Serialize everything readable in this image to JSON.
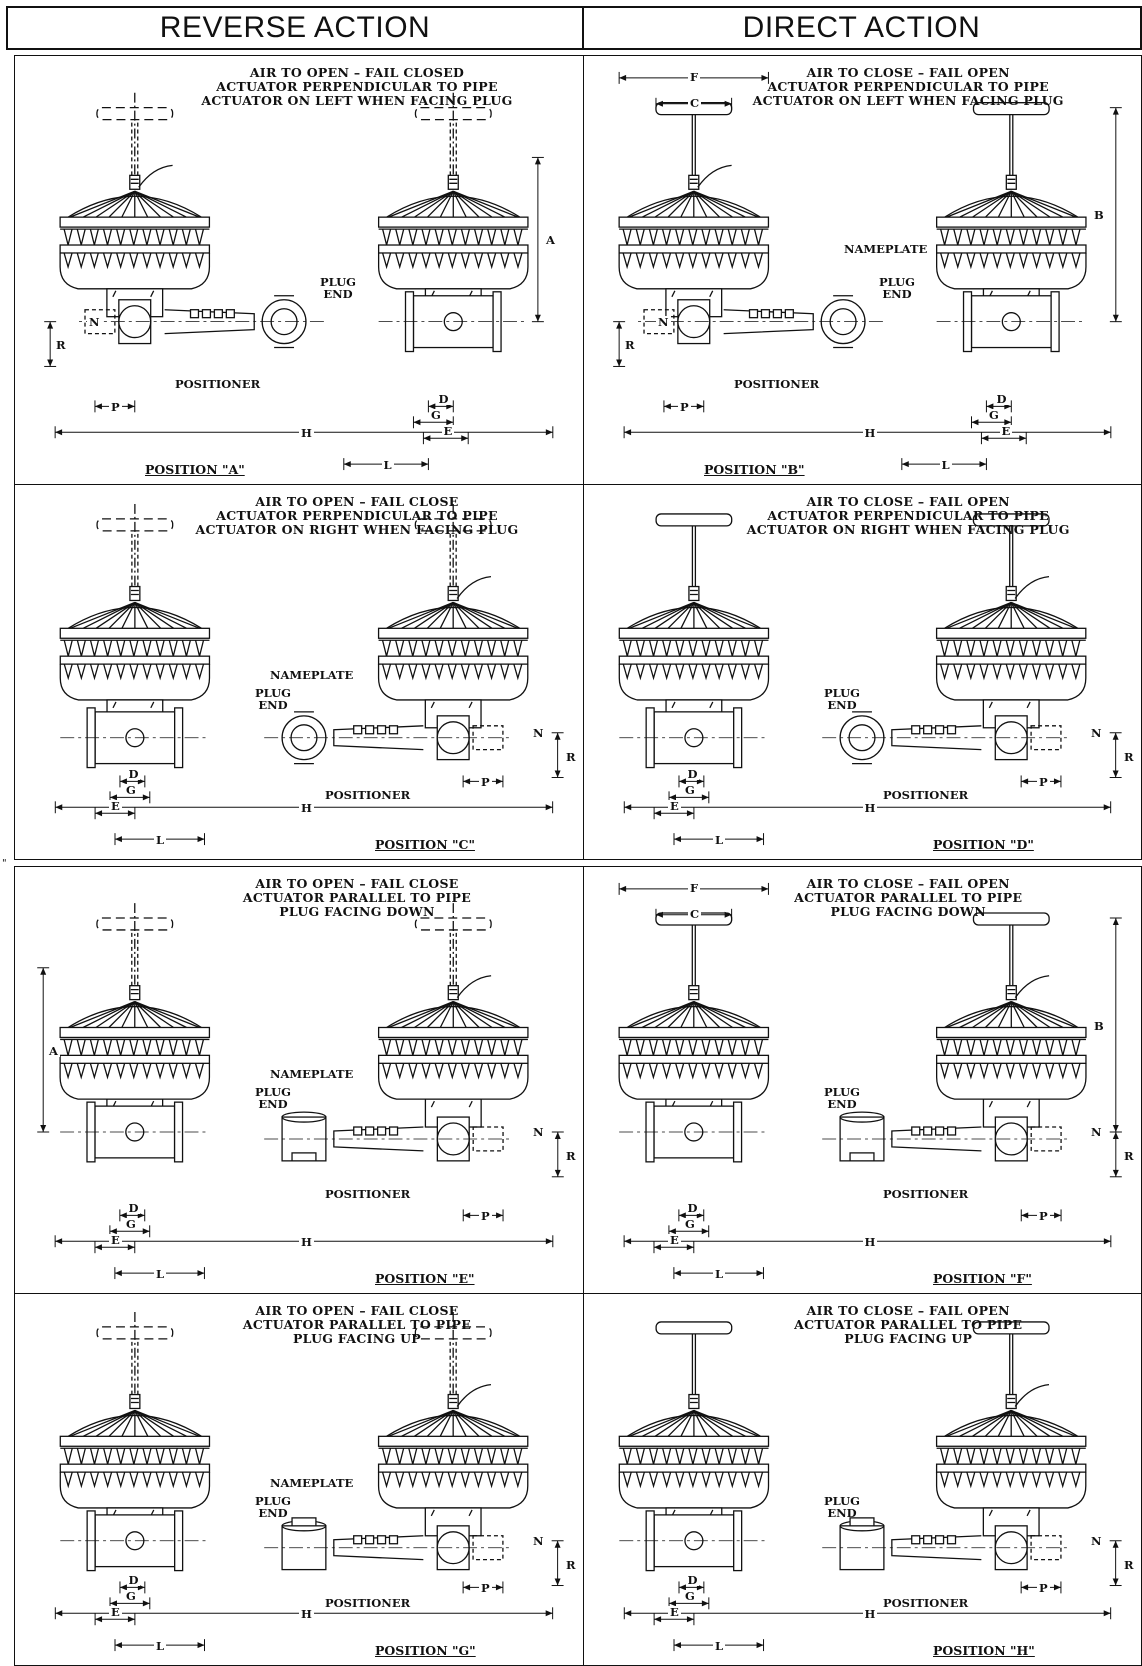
{
  "headers": {
    "reverse_action": "REVERSE ACTION",
    "direct_action": "DIRECT ACTION"
  },
  "colors": {
    "ink": "#111111",
    "background": "#ffffff"
  },
  "panels": [
    {
      "id": "A",
      "title": [
        "AIR TO OPEN – FAIL CLOSED",
        "ACTUATOR PERPENDICULAR TO PIPE",
        "ACTUATOR ON LEFT WHEN FACING PLUG"
      ],
      "position_label": "POSITION \"A\"",
      "notes": {
        "plug": "PLUG\nEND",
        "positioner": "POSITIONER"
      },
      "dims": [
        "A",
        "D",
        "G",
        "E",
        "H",
        "L",
        "N",
        "P",
        "R"
      ]
    },
    {
      "id": "B",
      "title": [
        "AIR TO CLOSE – FAIL OPEN",
        "ACTUATOR PERPENDICULAR TO PIPE",
        "ACTUATOR ON LEFT WHEN FACING PLUG"
      ],
      "position_label": "POSITION \"B\"",
      "notes": {
        "nameplate": "NAMEPLATE",
        "plug": "PLUG\nEND",
        "positioner": "POSITIONER"
      },
      "dims": [
        "F",
        "C",
        "B",
        "D",
        "G",
        "E",
        "H",
        "L",
        "N",
        "P",
        "R"
      ]
    },
    {
      "id": "C",
      "title": [
        "AIR TO OPEN – FAIL CLOSE",
        "ACTUATOR PERPENDICULAR TO PIPE",
        "ACTUATOR ON RIGHT WHEN FACING PLUG"
      ],
      "position_label": "POSITION \"C\"",
      "notes": {
        "nameplate": "NAMEPLATE",
        "plug": "PLUG\nEND",
        "positioner": "POSITIONER"
      },
      "dims": [
        "D",
        "G",
        "E",
        "L",
        "H",
        "N",
        "P",
        "R"
      ]
    },
    {
      "id": "D",
      "title": [
        "AIR TO CLOSE – FAIL OPEN",
        "ACTUATOR PERPENDICULAR TO PIPE",
        "ACTUATOR ON RIGHT WHEN FACING PLUG"
      ],
      "position_label": "POSITION \"D\"",
      "notes": {
        "plug": "PLUG\nEND",
        "positioner": "POSITIONER"
      },
      "dims": [
        "D",
        "G",
        "E",
        "L",
        "H",
        "N",
        "P",
        "R"
      ]
    },
    {
      "id": "E",
      "title": [
        "AIR TO OPEN – FAIL CLOSE",
        "ACTUATOR PARALLEL TO PIPE",
        "PLUG FACING DOWN"
      ],
      "position_label": "POSITION \"E\"",
      "notes": {
        "nameplate": "NAMEPLATE",
        "plug": "PLUG\nEND",
        "positioner": "POSITIONER"
      },
      "dims": [
        "A",
        "E",
        "G",
        "D",
        "L",
        "H",
        "N",
        "P",
        "R"
      ]
    },
    {
      "id": "F",
      "title": [
        "AIR TO CLOSE – FAIL OPEN",
        "ACTUATOR PARALLEL TO PIPE",
        "PLUG FACING DOWN"
      ],
      "position_label": "POSITION \"F\"",
      "notes": {
        "plug": "PLUG\nEND",
        "positioner": "POSITIONER"
      },
      "dims": [
        "F",
        "C",
        "B",
        "E",
        "G",
        "D",
        "L",
        "H",
        "N",
        "P",
        "R"
      ]
    },
    {
      "id": "G",
      "title": [
        "AIR TO OPEN – FAIL CLOSE",
        "ACTUATOR PARALLEL TO PIPE",
        "PLUG FACING UP"
      ],
      "position_label": "POSITION \"G\"",
      "notes": {
        "nameplate": "NAMEPLATE",
        "plug": "PLUG\nEND",
        "positioner": "POSITIONER"
      },
      "dims": [
        "G",
        "E",
        "D",
        "L",
        "H",
        "N",
        "P",
        "R"
      ]
    },
    {
      "id": "H",
      "title": [
        "AIR TO CLOSE – FAIL OPEN",
        "ACTUATOR PARALLEL TO PIPE",
        "PLUG FACING UP"
      ],
      "position_label": "POSITION \"H\"",
      "notes": {
        "plug": "PLUG\nEND",
        "positioner": "POSITIONER"
      },
      "dims": [
        "G",
        "E",
        "D",
        "L",
        "H",
        "N",
        "P",
        "R"
      ]
    }
  ]
}
